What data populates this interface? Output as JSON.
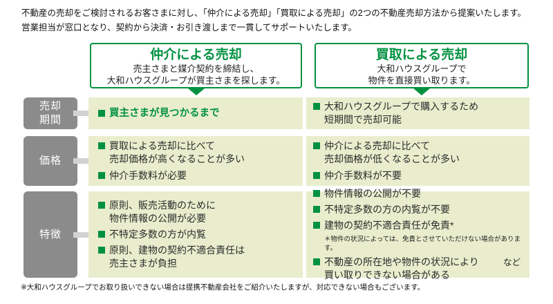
{
  "colors": {
    "accent_green": "#009140",
    "band_bg": "#e9edcd",
    "label_gray": "#8b8b8b",
    "connector_gray": "#d2d2d2"
  },
  "intro": {
    "line1": "不動産の売却をご検討されるお客さまに対し、「仲介による売却」「買取による売却」の2つの不動産売却方法から提案いたします。",
    "line2": "営業担当が窓口となり、契約から決済・お引き渡しまで一貫してサポートいたします。"
  },
  "methods": {
    "brokerage": {
      "title": "仲介による売却",
      "desc_line1": "売主さまと媒介契約を締結し、",
      "desc_line2": "大和ハウスグループが買主さまを探します。"
    },
    "purchase": {
      "title": "買取による売却",
      "desc_line1": "大和ハウスグループで",
      "desc_line2": "物件を直接買い取ります。"
    }
  },
  "rows": [
    {
      "label_lines": [
        "売却",
        "期間"
      ],
      "left": {
        "items": [
          {
            "lines": [
              "買主さまが見つかるまで"
            ]
          }
        ]
      },
      "right": {
        "items": [
          {
            "lines": [
              "大和ハウスグループで購入するため",
              "短期間で売却可能"
            ]
          }
        ]
      }
    },
    {
      "label_lines": [
        "価格"
      ],
      "left": {
        "items": [
          {
            "lines": [
              "買取による売却に比べて",
              "売却価格が高くなることが多い"
            ]
          },
          {
            "lines": [
              "仲介手数料が必要"
            ]
          }
        ]
      },
      "right": {
        "items": [
          {
            "lines": [
              "仲介による売却に比べて",
              "売却価格が低くなることが多い"
            ]
          },
          {
            "lines": [
              "仲介手数料が不要"
            ]
          }
        ]
      }
    },
    {
      "label_lines": [
        "特徴"
      ],
      "left": {
        "items": [
          {
            "lines": [
              "原則、販売活動のために",
              "物件情報の公開が必要"
            ]
          },
          {
            "lines": [
              "不特定多数の方が内覧"
            ]
          },
          {
            "lines": [
              "原則、建物の契約不適合責任は",
              "売主さまが負担"
            ]
          }
        ]
      },
      "right": {
        "items": [
          {
            "lines": [
              "物件情報の公開が不要"
            ]
          },
          {
            "lines": [
              "不特定多数の方の内覧が不要"
            ]
          },
          {
            "lines": [
              "建物の契約不適合責任が免責*"
            ]
          },
          {
            "lines": [
              "不動産の所在地や物件の状況により",
              "買い取りできない場合がある"
            ]
          }
        ],
        "note": "＊物件の状況によっては、免責とさせていただけない場合があります。",
        "etc": "など"
      }
    }
  ],
  "footnote": "※大和ハウスグループでお取り扱いできない場合は提携不動産会社をご紹介いたしますが、対応できない場合もございます。"
}
